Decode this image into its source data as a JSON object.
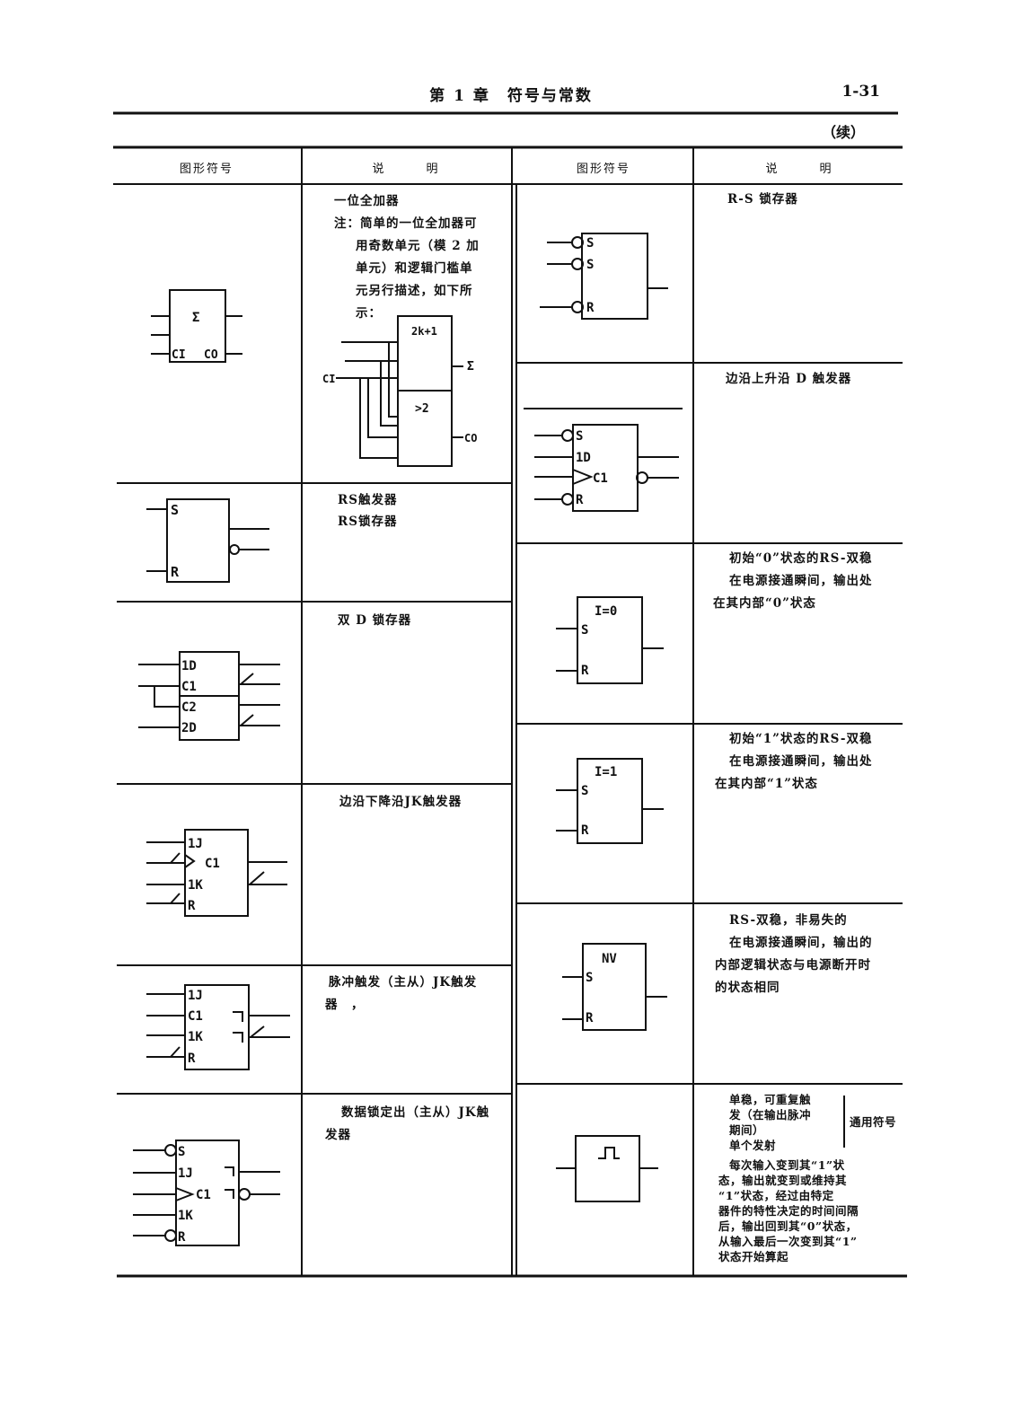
{
  "header": {
    "chapter_title": "第 1 章　符号与常数",
    "page_number": "1-31",
    "continued": "（续）"
  },
  "columns": {
    "left_symbol": "图形符号",
    "left_desc": "说　　　明",
    "right_symbol": "图形符号",
    "right_desc": "说　　　明"
  },
  "left_rows": [
    {
      "desc_title": "一位全加器",
      "note_lines": [
        "注：简单的一位全加器可",
        "用奇数单元（模 2 加",
        "单元）和逻辑门槛单",
        "元另行描述，如下所",
        "示："
      ],
      "symbol_labels": {
        "sum": "Σ",
        "ci": "CI",
        "co": "CO"
      },
      "detail_labels": {
        "top": "2k+1",
        "bottom": ">2",
        "ci": "CI",
        "sum": "Σ",
        "co": "CO"
      }
    },
    {
      "desc_lines": [
        "RS触发器",
        "RS锁存器"
      ],
      "symbol_labels": {
        "s": "S",
        "r": "R"
      }
    },
    {
      "desc_lines": [
        "双 D 锁存器"
      ],
      "symbol_labels": {
        "d1": "1D",
        "c1": "C1",
        "c2": "C2",
        "d2": "2D"
      }
    },
    {
      "desc_lines": [
        "边沿下降沿JK触发器"
      ],
      "symbol_labels": {
        "j": "1J",
        "c": "C1",
        "k": "1K",
        "r": "R"
      }
    },
    {
      "desc_lines": [
        "脉冲触发（主从）JK触发",
        "器　，"
      ],
      "symbol_labels": {
        "j": "1J",
        "c": "C1",
        "k": "1K",
        "r": "R"
      }
    },
    {
      "desc_lines": [
        "数据锁定出（主从）JK触",
        "发器"
      ],
      "symbol_labels": {
        "s": "S",
        "j": "1J",
        "c": "C1",
        "k": "1K",
        "r": "R"
      }
    }
  ],
  "right_rows": [
    {
      "desc_lines": [
        "R-S 锁存器"
      ],
      "symbol_labels": {
        "s1": "S",
        "s2": "S",
        "r": "R"
      }
    },
    {
      "desc_lines": [
        "边沿上升沿 D 触发器"
      ],
      "symbol_labels": {
        "s": "S",
        "d": "1D",
        "c": "C1",
        "r": "R"
      }
    },
    {
      "desc_lines": [
        "初始“0”状态的RS-双稳",
        "在电源接通瞬间，输出处",
        "在其内部“0”状态"
      ],
      "symbol_labels": {
        "init": "I=0",
        "s": "S",
        "r": "R"
      }
    },
    {
      "desc_lines": [
        "初始“1”状态的RS-双稳",
        "在电源接通瞬间，输出处",
        "在其内部“1”状态"
      ],
      "symbol_labels": {
        "init": "I=1",
        "s": "S",
        "r": "R"
      }
    },
    {
      "desc_lines": [
        "RS-双稳，非易失的",
        "在电源接通瞬间，输出的",
        "内部逻辑状态与电源断开时",
        "的状态相同"
      ],
      "symbol_labels": {
        "nv": "NV",
        "s": "S",
        "r": "R"
      }
    },
    {
      "bracket_lines": [
        "单稳，可重复触",
        "发（在输出脉冲",
        "期间）",
        "单个发射"
      ],
      "bracket_label": "通用符号",
      "body_lines": [
        "每次输入变到其“1”状",
        "态，输出就变到或维持其",
        "“1”状态，经过由特定",
        "器件的特性决定的时间间隔",
        "后，输出回到其“0”状态，",
        "从输入最后一次变到其“1”",
        "状态开始算起"
      ],
      "symbol_labels": {
        "pulse": "⎍"
      }
    }
  ]
}
